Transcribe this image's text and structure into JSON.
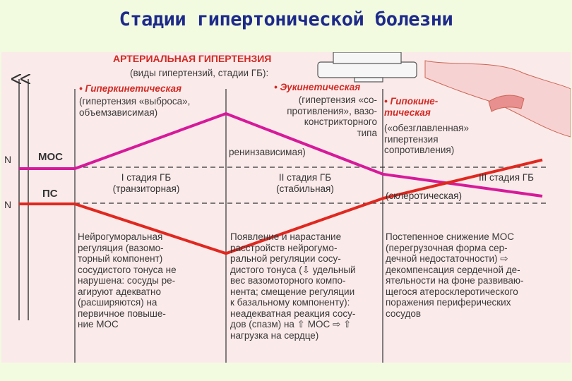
{
  "page": {
    "title": "Стадии гипертонической болезни"
  },
  "header": {
    "title": "АРТЕРИАЛЬНАЯ ГИПЕРТЕНЗИЯ",
    "subtitle": "(виды гипертензий, стадии ГБ):"
  },
  "types": {
    "hyperkinetic": {
      "name": "• Гиперкинетическая",
      "desc": "(гипертензия «выброса»,\n объемзависимая)"
    },
    "eukinetic": {
      "name": "• Эукинетическая",
      "desc": "(гипертензия «со-\nпротивления», вазо-\nконстрикторного\nтипа",
      "desc2": "ренинзависимая)"
    },
    "hypokinetic": {
      "name": "• Гипоки­не-\nтическая",
      "desc": "(«обезглавленная»\nгипертензия\nсопротивления)"
    }
  },
  "axes": {
    "n_label_1": "N",
    "n_label_2": "N",
    "mos_label": "МОС",
    "ps_label": "ПС"
  },
  "stages": {
    "s1": "I стадия ГБ\n(транзиторная)",
    "s2": "II стадия ГБ\n(стабильная)",
    "s3": "III стадия ГБ",
    "s3_sub": "(склеротическая)"
  },
  "descriptions": {
    "d1": "Нейрогуморальная\nрегуляция (вазомо-\nторный компонент)\nсосудистого тонуса не\nнарушена: сосуды ре-\nагируют адекватно\n(расширяются) на\nпервичное повыше-\nние МОС",
    "d2": "Появление и нарастание\nрасстройств нейрогумо-\nральной регуляции сосу-\nдистого тонуса (⇩ удельный\nвес вазомоторного компо-\nнента; смещение регуляции\nк базальному компоненту):\nнеадекватная реакция сосу-\nдов (спазм) на ⇧ МОС ⇨ ⇧\nнагрузка на сердце)",
    "d3": "Постепенное снижение МОС\n(перегрузочная форма сер-\nдечной недостаточности) ⇨\nдекомпенсация сердечной де-\nятельности на фоне развиваю-\nщегося атеросклеротического\nпоражения периферических\nсосудов"
  },
  "chart_data": {
    "type": "line",
    "series": [
      {
        "name": "МОС",
        "color": "#d61a9a",
        "points": [
          [
            0,
            0
          ],
          [
            1,
            0
          ],
          [
            2,
            1
          ],
          [
            3,
            -0.1
          ],
          [
            4,
            -0.5
          ]
        ]
      },
      {
        "name": "ПС",
        "color": "#e0281f",
        "points": [
          [
            0,
            0
          ],
          [
            1,
            0
          ],
          [
            2,
            -0.9
          ],
          [
            3,
            0.1
          ],
          [
            4,
            0.8
          ]
        ]
      }
    ]
  },
  "colors": {
    "mos": "#d61a9a",
    "ps": "#e0281f",
    "title": "#1d2a8a",
    "accent": "#d12a23"
  }
}
